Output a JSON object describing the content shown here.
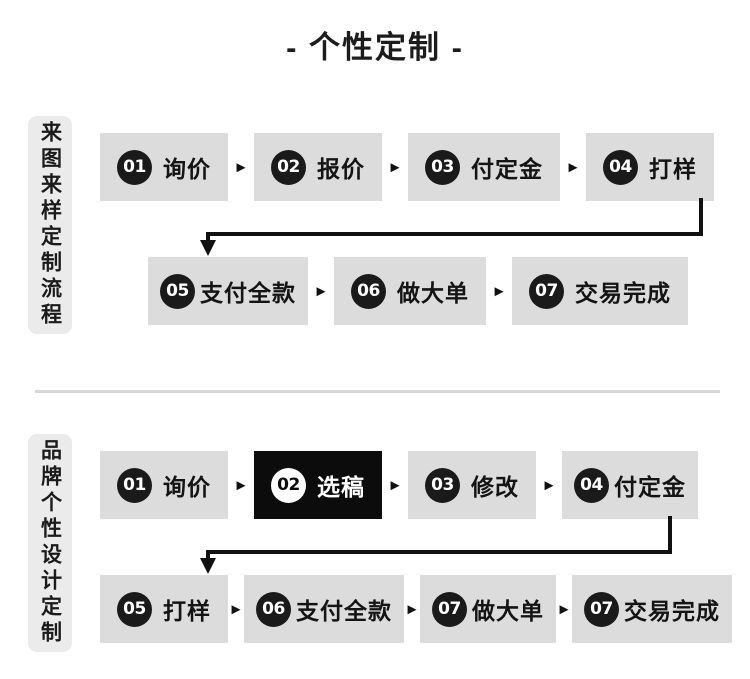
{
  "title": "- 个性定制 -",
  "colors": {
    "box_bg": "#dcdcdc",
    "box_active_bg": "#0c0c0c",
    "badge_bg": "#1a1a1a",
    "label_bg": "#ebebeb",
    "divider": "#d8d8d8",
    "text": "#141414"
  },
  "separator_glyph": "►",
  "sections": [
    {
      "label": "来图来样定制流程",
      "row_top": [
        {
          "num": "01",
          "label": "询价",
          "active": false
        },
        {
          "num": "02",
          "label": "报价",
          "active": false
        },
        {
          "num": "03",
          "label": "付定金",
          "active": false
        },
        {
          "num": "04",
          "label": "打样",
          "active": false
        }
      ],
      "row_bottom": [
        {
          "num": "05",
          "label": "支付全款",
          "active": false
        },
        {
          "num": "06",
          "label": "做大单",
          "active": false
        },
        {
          "num": "07",
          "label": "交易完成",
          "active": false
        }
      ]
    },
    {
      "label": "品牌个性设计定制",
      "row_top": [
        {
          "num": "01",
          "label": "询价",
          "active": false
        },
        {
          "num": "02",
          "label": "选稿",
          "active": true
        },
        {
          "num": "03",
          "label": "修改",
          "active": false
        },
        {
          "num": "04",
          "label": "付定金",
          "active": false
        }
      ],
      "row_bottom": [
        {
          "num": "05",
          "label": "打样",
          "active": false
        },
        {
          "num": "06",
          "label": "支付全款",
          "active": false
        },
        {
          "num": "07",
          "label": "做大单",
          "active": false
        },
        {
          "num": "07",
          "label": "交易完成",
          "active": false
        }
      ]
    }
  ]
}
